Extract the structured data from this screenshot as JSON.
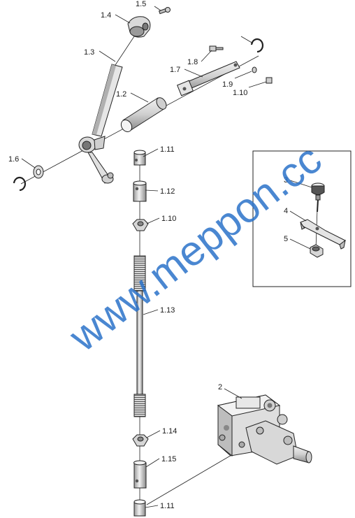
{
  "labels": {
    "l1_5": "1.5",
    "l1_4": "1.4",
    "l1_3": "1.3",
    "l1_2": "1.2",
    "l1_6": "1.6",
    "l1_7": "1.7",
    "l1_8": "1.8",
    "l1_9": "1.9",
    "l1_10a": "1.10",
    "l1_11a": "1.11",
    "l1_12": "1.12",
    "l1_10b": "1.10",
    "l1_13": "1.13",
    "l1_14": "1.14",
    "l1_15": "1.15",
    "l1_11b": "1.11",
    "l2": "2",
    "l3": "3",
    "l4": "4",
    "l5": "5"
  },
  "watermark": "www.meppon.cc",
  "colors": {
    "watermark": "#2a72c9",
    "part_fill": "#e6e6e6",
    "part_dark": "#9a9a9a",
    "line": "#222222"
  }
}
